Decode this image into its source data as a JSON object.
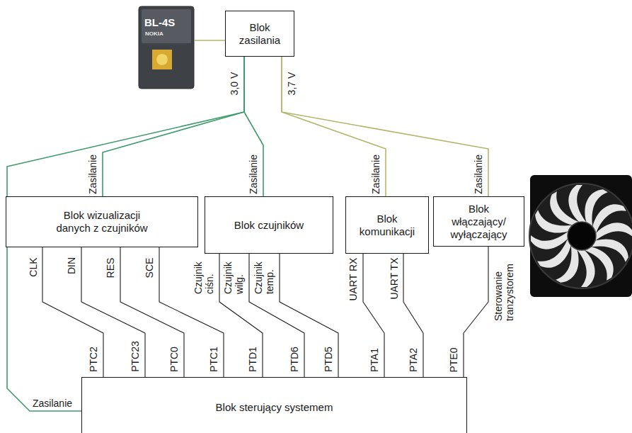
{
  "diagram": {
    "nodes": [
      {
        "text": [
          "Blok zasilania"
        ]
      },
      {
        "text": [
          "Blok wizualizacji danych z czujników"
        ]
      },
      {
        "text": [
          "Blok czujników"
        ]
      },
      {
        "text": [
          "Blok komunikacji"
        ]
      },
      {
        "text": [
          "Blok włączający/ wyłączający"
        ]
      },
      {
        "text": [
          "Blok sterujący systemem"
        ]
      }
    ],
    "edges": [
      {
        "from": 0,
        "to": 1,
        "label": "Zasilanie",
        "arrow": "none"
      },
      {
        "from": 0,
        "to": 2,
        "label": "Zasilanie",
        "arrow": "none"
      },
      {
        "from": 0,
        "to": 3,
        "label": "Zasilanie",
        "arrow": "none"
      },
      {
        "from": 0,
        "to": 4,
        "label": "Zasilanie",
        "arrow": "none"
      },
      {
        "from": 0,
        "to": 5,
        "label": "Zasilanie",
        "arrow": "none"
      },
      {
        "from": 1,
        "to": 5,
        "label": "CLK",
        "arrow": "none"
      },
      {
        "from": 1,
        "to": 5,
        "label": "DIN",
        "arrow": "none"
      },
      {
        "from": 1,
        "to": 5,
        "label": "RES",
        "arrow": "none"
      },
      {
        "from": 1,
        "to": 5,
        "label": "SCE",
        "arrow": "none"
      },
      {
        "from": 2,
        "to": 5,
        "label": "Czujnik ciśn.",
        "arrow": "none"
      },
      {
        "from": 2,
        "to": 5,
        "label": "Czujnik wilg.",
        "arrow": "none"
      },
      {
        "from": 2,
        "to": 5,
        "label": "Czujnik temp.",
        "arrow": "none"
      },
      {
        "from": 3,
        "to": 5,
        "label": "UART RX",
        "arrow": "none"
      },
      {
        "from": 3,
        "to": 5,
        "label": "UART TX",
        "arrow": "none"
      },
      {
        "from": 4,
        "to": 5,
        "label": "Sterowanie tranzystorem",
        "arrow": "none"
      }
    ],
    "labels": [
      "3,0 V",
      "3,7 V",
      "PTC2",
      "PTC23",
      "PTC0",
      "PTC1",
      "PTD1",
      "PTD6",
      "PTD5",
      "PTA1",
      "PTA2",
      "PTE0",
      "BL-4S",
      "NOKIA"
    ]
  }
}
